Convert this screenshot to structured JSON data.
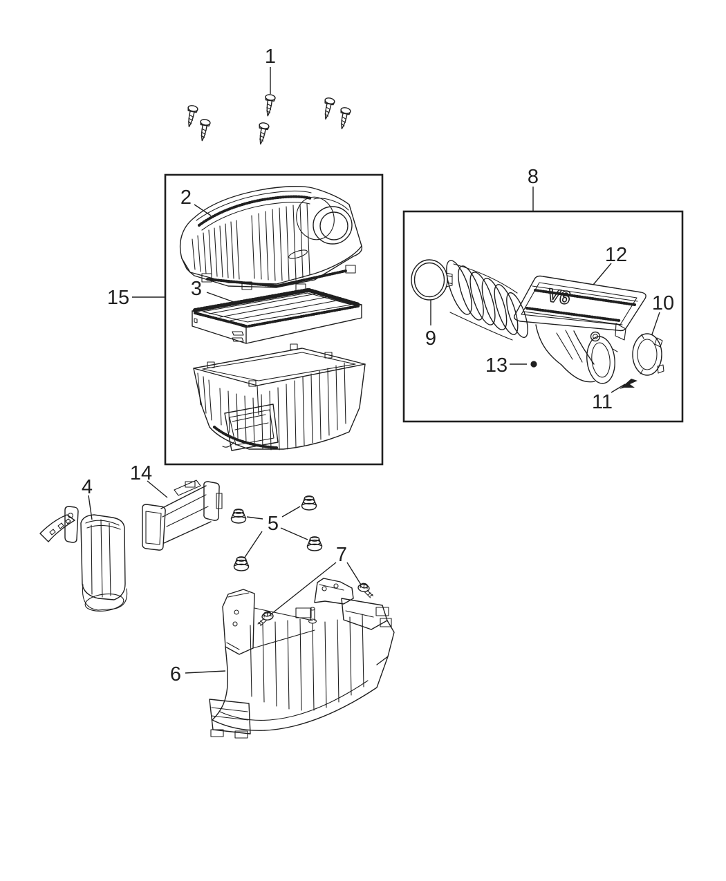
{
  "figure": {
    "background_color": "#ffffff",
    "line_color": "#1f1f1f",
    "logo_text": "V6",
    "callouts": [
      {
        "label": "1"
      },
      {
        "label": "2"
      },
      {
        "label": "3"
      },
      {
        "label": "4"
      },
      {
        "label": "5"
      },
      {
        "label": "6"
      },
      {
        "label": "7"
      },
      {
        "label": "8"
      },
      {
        "label": "9"
      },
      {
        "label": "10"
      },
      {
        "label": "11"
      },
      {
        "label": "12"
      },
      {
        "label": "13"
      },
      {
        "label": "14"
      },
      {
        "label": "15"
      }
    ]
  }
}
